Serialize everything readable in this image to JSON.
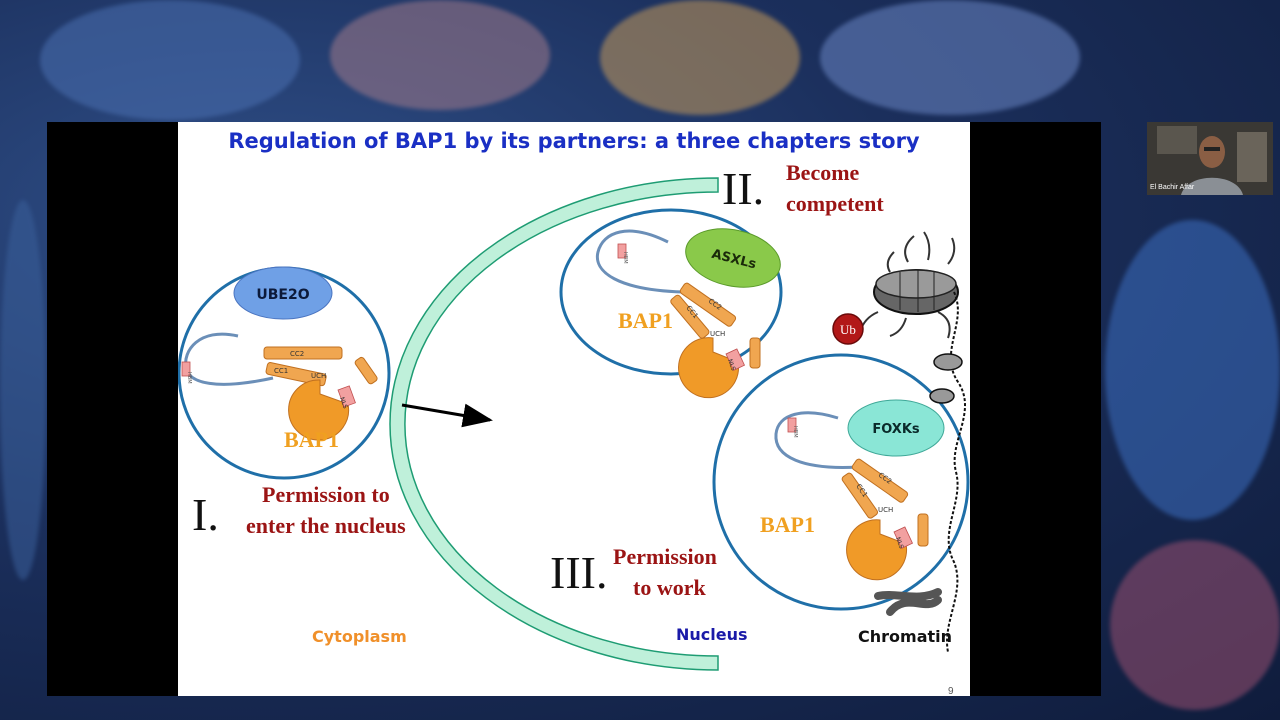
{
  "app": {
    "participant_name": "El Bachir Affar"
  },
  "slide": {
    "title": "Regulation of BAP1 by its partners: a three chapters story",
    "page_number": "9",
    "chapter1": {
      "numeral": "I.",
      "line1": "Permission to",
      "line2": "enter the nucleus"
    },
    "chapter2": {
      "numeral": "II.",
      "line1": "Become",
      "line2": "competent"
    },
    "chapter3": {
      "numeral": "III.",
      "line1": "Permission",
      "line2": "to work"
    },
    "compartments": {
      "cytoplasm": "Cytoplasm",
      "nucleus": "Nucleus",
      "chromatin": "Chromatin"
    },
    "partners": {
      "ube2o": "UBE2O",
      "asxls": "ASXLs",
      "foxks": "FOXKs",
      "ub": "Ub"
    },
    "protein": {
      "name": "BAP1",
      "cc1": "CC1",
      "cc2": "CC2",
      "uch": "UCH",
      "nls": "NLS",
      "hbm": "HBM"
    }
  },
  "colors": {
    "title": "#1a2fc4",
    "dark_red": "#9b1414",
    "bap1_orange": "#f0a020",
    "circle_blue": "#1f6fa8",
    "nucleus_blue": "#1a1aa8",
    "envelope_fill": "#bff0da",
    "envelope_stroke": "#1e9c73"
  }
}
